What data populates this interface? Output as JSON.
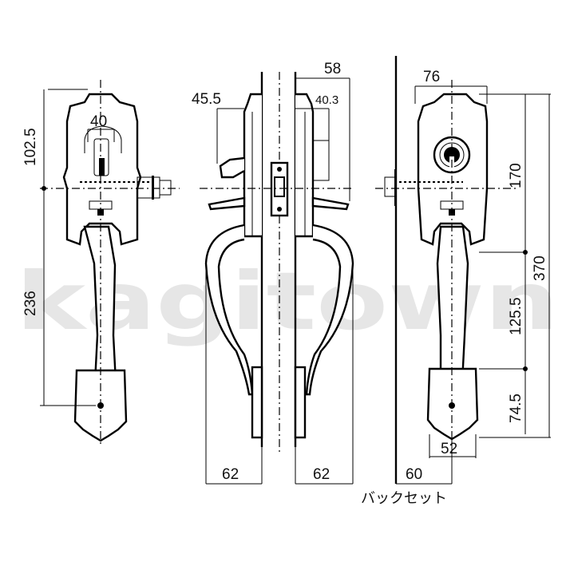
{
  "watermark": "kagitown",
  "backset_label": "バックセット",
  "views": {
    "left": {
      "dimensions": {
        "top_height": "102.5",
        "width_top": "40",
        "lower_height": "236"
      }
    },
    "center": {
      "dimensions": {
        "left_projection": "45.5",
        "right_top": "58",
        "right_inner": "40.3",
        "left_bottom": "62",
        "right_bottom": "62"
      }
    },
    "right": {
      "dimensions": {
        "width_top": "76",
        "cylinder_height": "170",
        "total_height": "370",
        "mid_height": "125.5",
        "lower_height": "74.5",
        "bottom_width": "52",
        "backset": "60"
      }
    }
  }
}
